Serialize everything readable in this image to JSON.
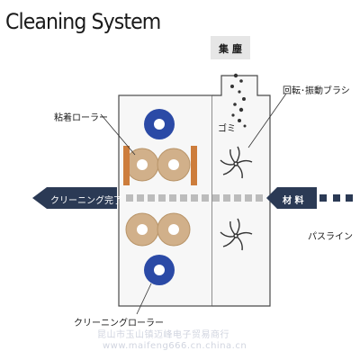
{
  "title": "Cleaning System",
  "labels": {
    "dust_collection": "集 塵",
    "rotating_brush": "回転･振動ブラシ",
    "adhesive_roller": "粘着ローラー",
    "dust": "ゴミ",
    "cleaning_done": "クリーニング完了",
    "material": "材 料",
    "pass_line": "パスライン",
    "cleaning_roller": "クリーニングローラー"
  },
  "watermarks": {
    "line1": "昆山市玉山镇迈峰电子贸易商行",
    "line2": "www.maifeng666.cn.china.cn"
  },
  "colors": {
    "adhesive_roller": "#d1b08a",
    "cleaning_roller": "#2b4aa6",
    "orange_bar": "#cd7d3c",
    "arrow_dark": "#2b3a55",
    "pass_squares": "#bcbcbc"
  }
}
